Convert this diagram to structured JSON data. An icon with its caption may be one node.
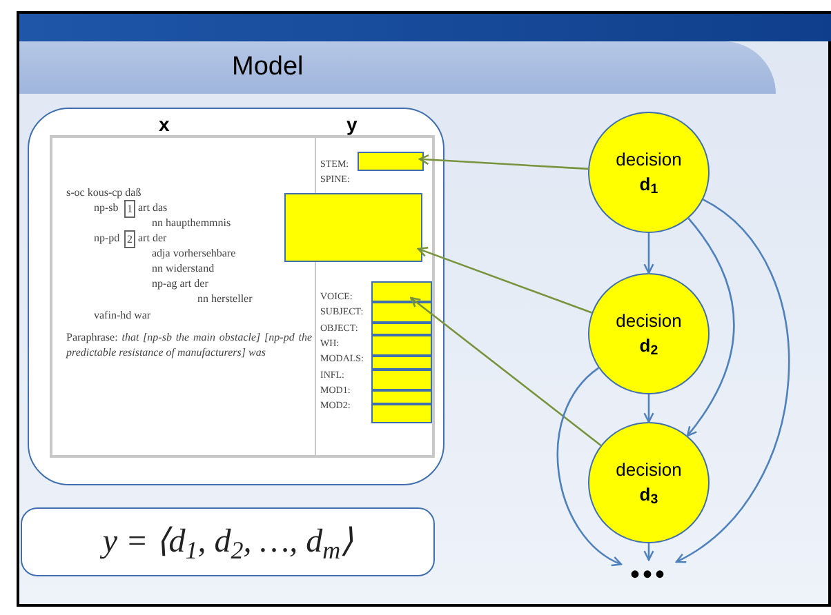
{
  "diagram": {
    "title": "Model",
    "nodes": [
      {
        "text": [
          "x",
          "y"
        ]
      },
      {
        "text": [
          "s-oc kous-cp daß",
          "np-sb",
          "1",
          "art das",
          "nn haupthemmnis",
          "np-pd",
          "2",
          "art der",
          "adja vorhersehbare",
          "nn widerstand",
          "np-ag art der",
          "nn hersteller",
          "vafin-hd war",
          "Paraphrase: *that [np-sb the main obstacle] [np-pd the predictable resistance of manufacturers] was*"
        ],
        "in": 0
      },
      {
        "text": [],
        "shape": "box",
        "in": 1
      },
      {
        "text": [],
        "shape": "box",
        "in": 1
      },
      {
        "text": [],
        "shape": "box",
        "in": 1
      },
      {
        "text": [],
        "shape": "box",
        "in": 1
      },
      {
        "text": [],
        "shape": "box",
        "in": 1
      },
      {
        "text": [],
        "shape": "box",
        "in": 1
      },
      {
        "text": [],
        "shape": "box",
        "in": 1
      },
      {
        "text": [],
        "shape": "box",
        "in": 1
      },
      {
        "text": [],
        "shape": "box",
        "in": 1
      },
      {
        "text": [],
        "shape": "box",
        "in": 1
      },
      {
        "text": [
          "decision",
          "d$_{1}$"
        ]
      },
      {
        "text": [
          "decision",
          "d$_{2}$"
        ]
      },
      {
        "text": [
          "decision",
          "d$_{3}$"
        ]
      },
      {
        "text": [
          "•••"
        ]
      },
      {
        "text": [
          "y = ⟨d$_{1}$, d$_{2}$, …, d$_{m}$⟩"
        ]
      }
    ],
    "edges": [
      {
        "from": 12,
        "to": 2,
        "arrow": "to",
        "color": "#77933c"
      },
      {
        "from": 13,
        "to": 3,
        "arrow": "to",
        "color": "#77933c"
      },
      {
        "from": 14,
        "to": 4,
        "arrow": "to",
        "color": "#77933c"
      },
      {
        "from": 12,
        "to": 13,
        "arrow": "to"
      },
      {
        "from": 13,
        "to": 14,
        "arrow": "to"
      },
      {
        "from": 12,
        "to": 14,
        "arrow": "to"
      },
      {
        "from": 12,
        "to": 15,
        "arrow": "to"
      },
      {
        "from": 13,
        "to": 15,
        "arrow": "to"
      },
      {
        "from": 14,
        "to": 15,
        "arrow": "to"
      }
    ],
    "labels": [
      "STEM:",
      "SPINE:",
      "VOICE:",
      "SUBJECT:",
      "OBJECT:",
      "WH:",
      "MODALS:",
      "INFL:",
      "MOD1:",
      "MOD2:"
    ]
  }
}
